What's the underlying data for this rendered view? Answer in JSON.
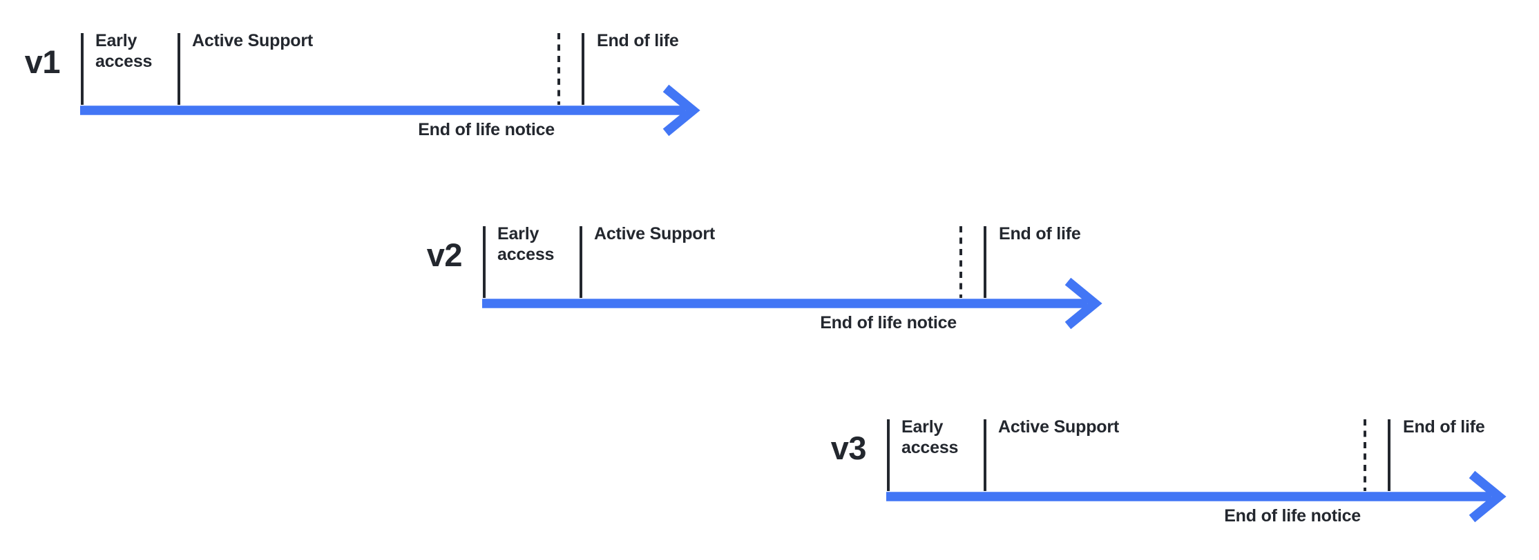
{
  "colors": {
    "arrow": "#4276F5",
    "ink": "#23272E"
  },
  "timelines": [
    {
      "version": "v1",
      "labels": {
        "early_access": "Early access",
        "active_support": "Active Support",
        "end_of_life": "End of life",
        "end_of_life_notice": "End of life notice"
      }
    },
    {
      "version": "v2",
      "labels": {
        "early_access": "Early access",
        "active_support": "Active Support",
        "end_of_life": "End of life",
        "end_of_life_notice": "End of life notice"
      }
    },
    {
      "version": "v3",
      "labels": {
        "early_access": "Early access",
        "active_support": "Active Support",
        "end_of_life": "End of life",
        "end_of_life_notice": "End of life notice"
      }
    }
  ]
}
